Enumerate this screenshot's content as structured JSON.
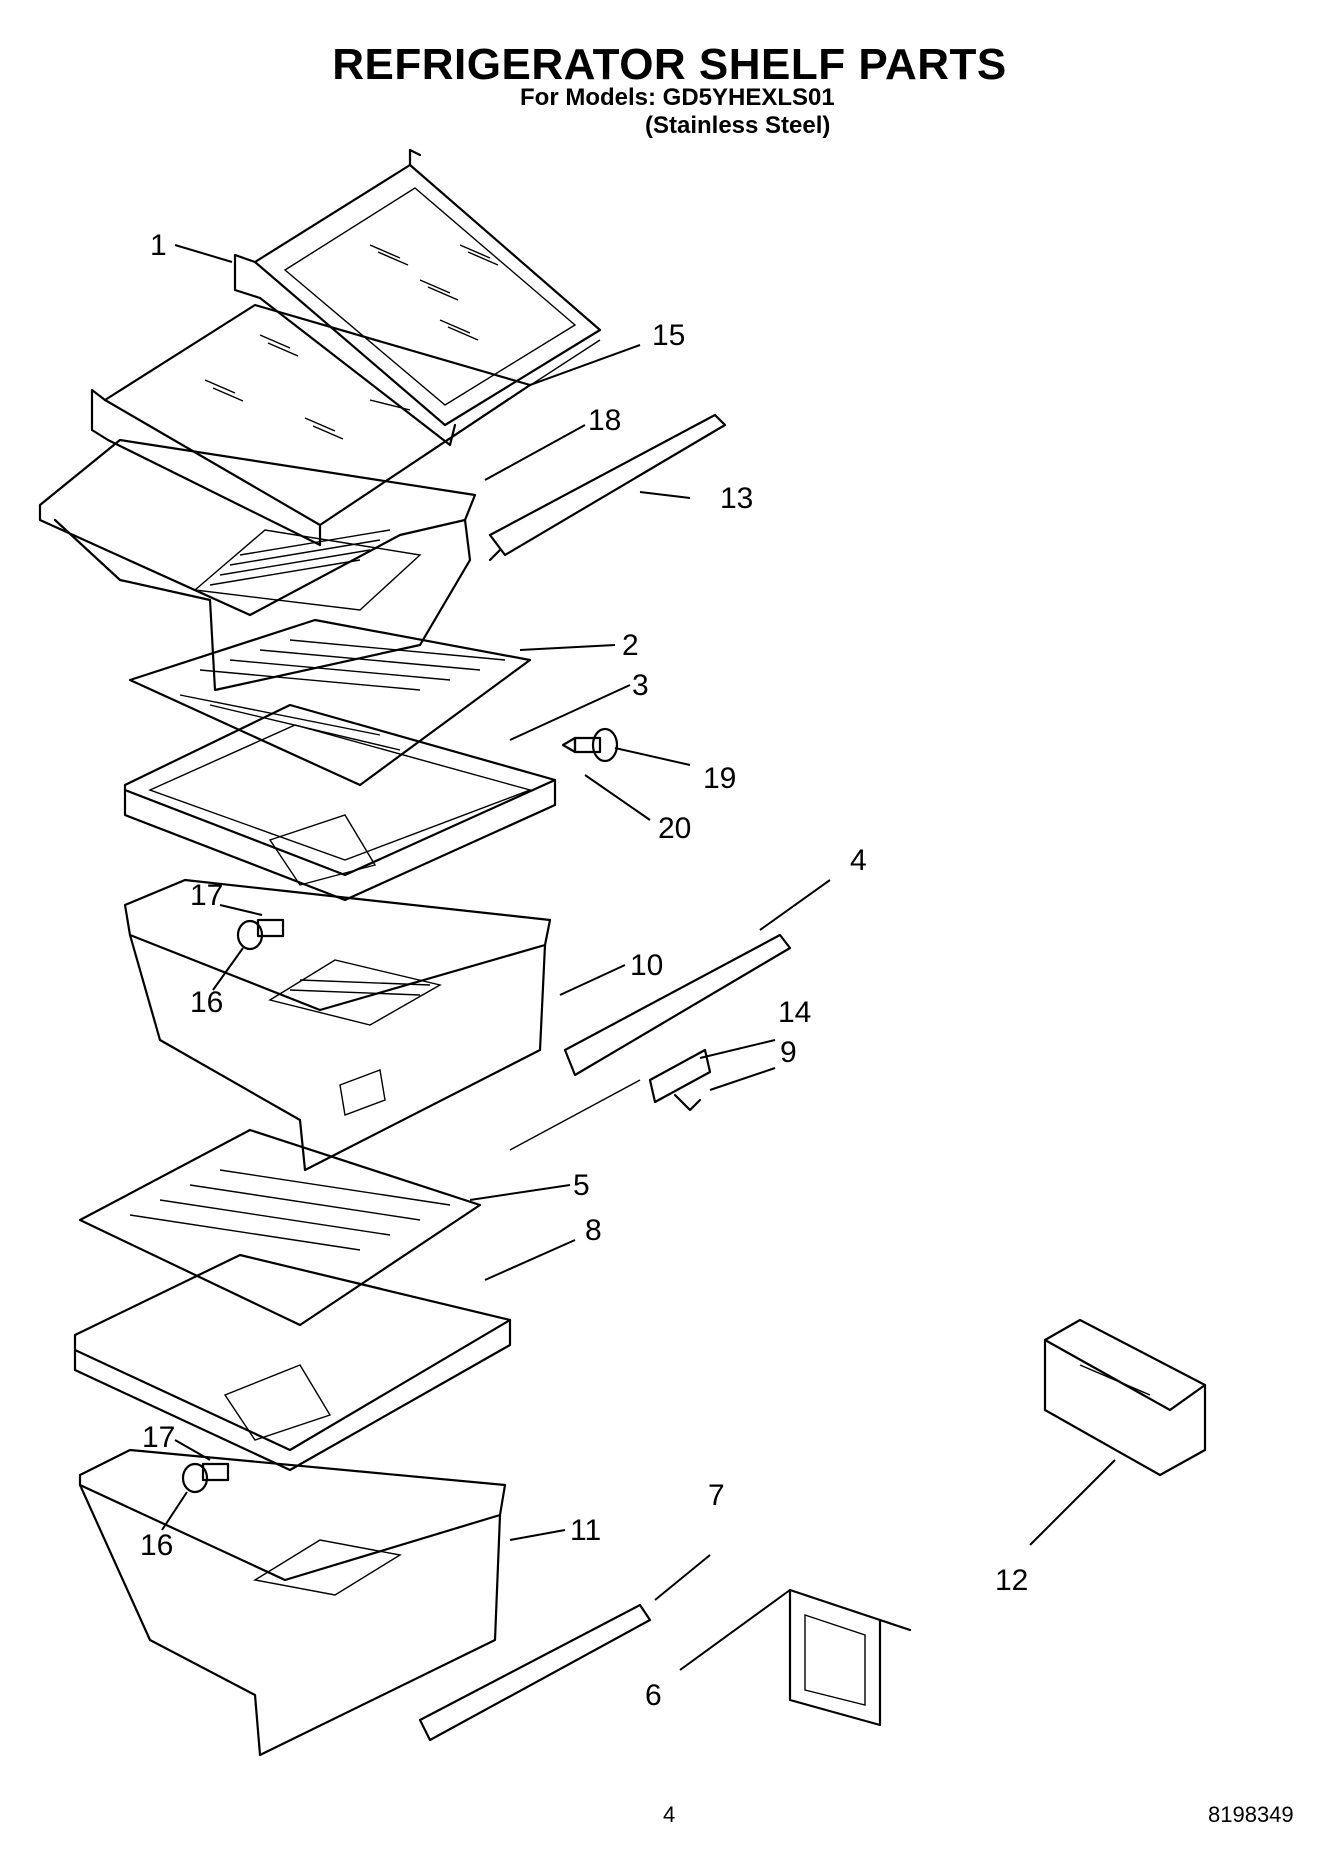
{
  "header": {
    "title": "REFRIGERATOR SHELF PARTS",
    "models": "For Models: GD5YHEXLS01",
    "variant": "(Stainless Steel)"
  },
  "callouts": [
    "1",
    "15",
    "18",
    "13",
    "2",
    "3",
    "19",
    "20",
    "4",
    "17",
    "10",
    "16",
    "14",
    "9",
    "5",
    "8",
    "17",
    "7",
    "11",
    "16",
    "12",
    "6"
  ],
  "footer": {
    "page_number": "4",
    "document_number": "8198349"
  }
}
